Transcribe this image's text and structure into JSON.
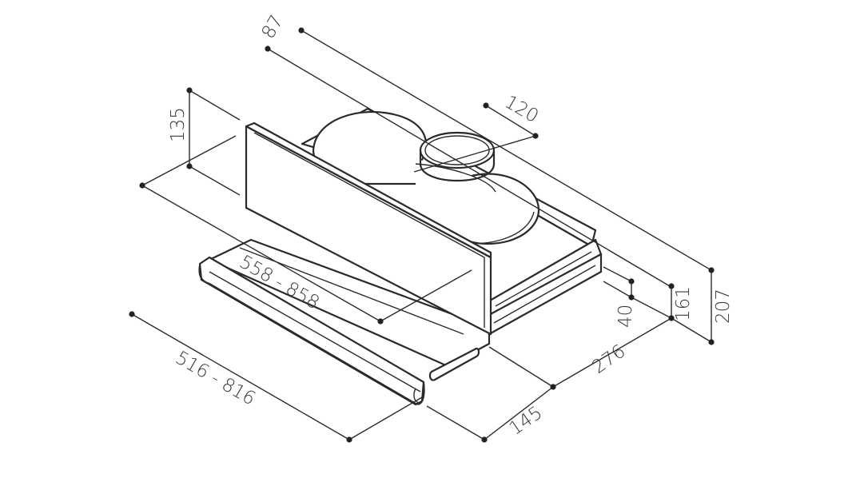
{
  "diagram": {
    "colors": {
      "line": "#2a2a2a",
      "text": "#3a3a3a",
      "background": "#ffffff"
    },
    "dimensions": {
      "top_length": "87",
      "duct_diameter": "120",
      "left_height": "135",
      "inner_width": "558 - 858",
      "outer_width": "516 - 816",
      "depth_front": "145",
      "depth_total": "276",
      "drawer_height": "40",
      "body_height": "161",
      "total_height": "207"
    }
  }
}
